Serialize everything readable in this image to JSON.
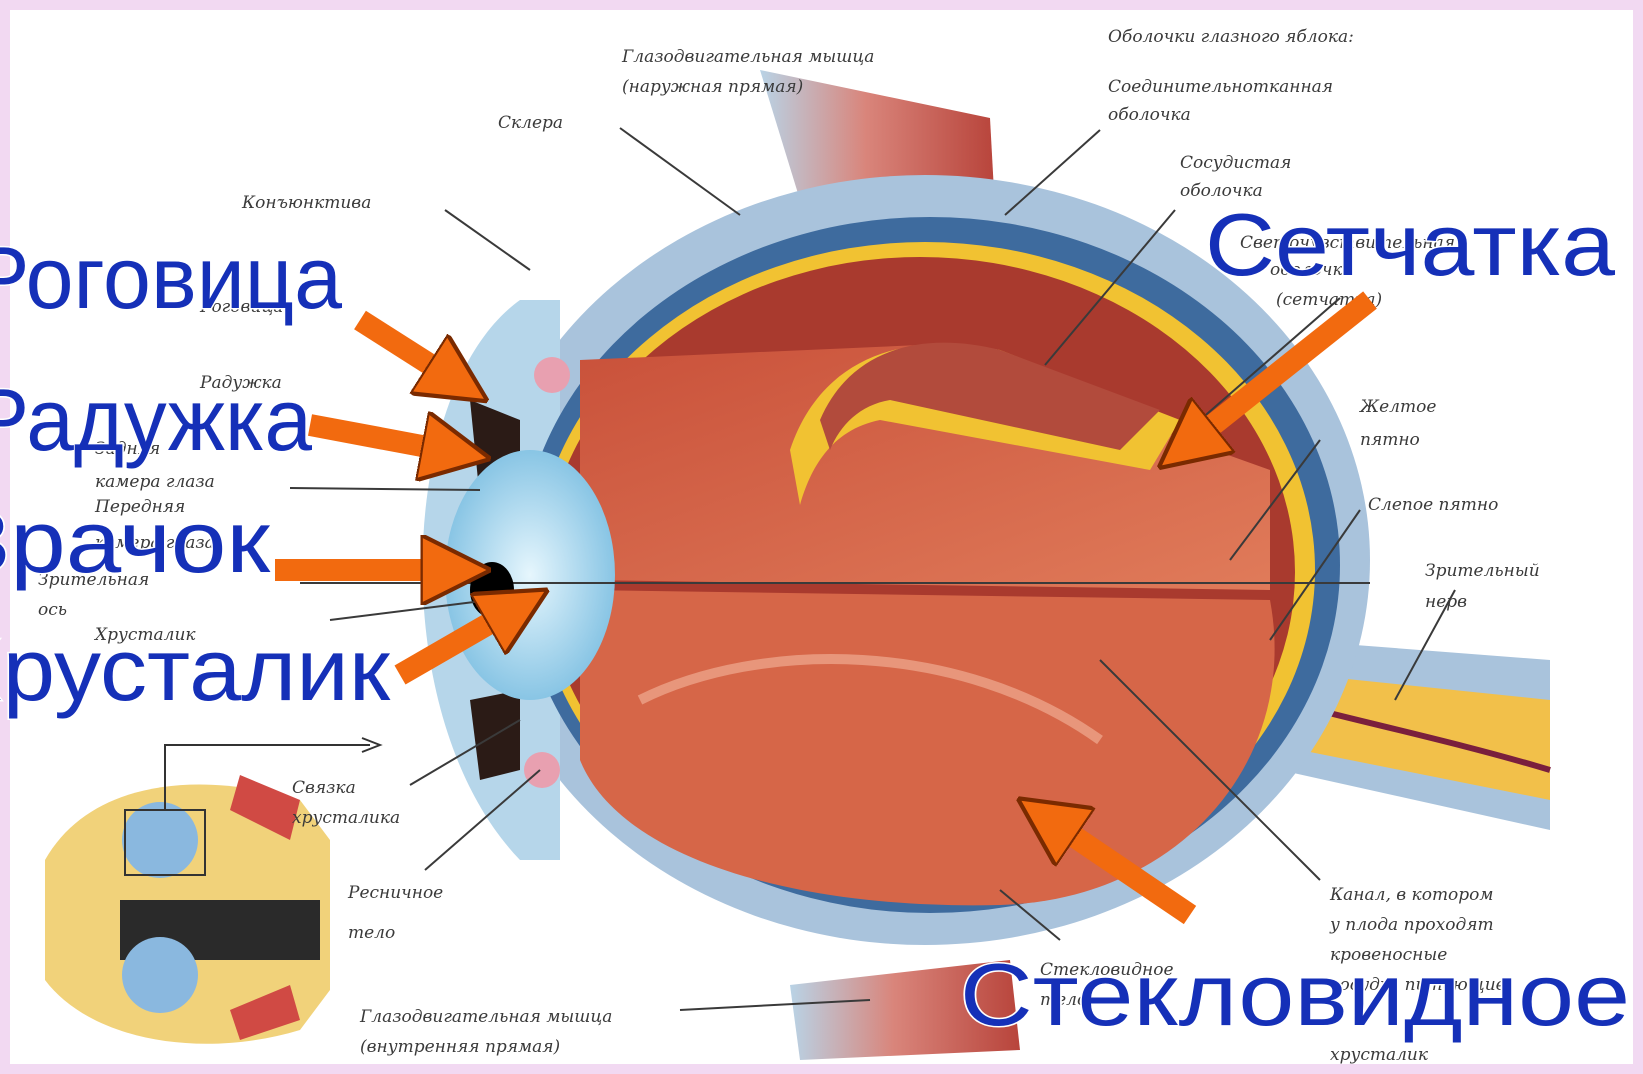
{
  "big_labels": {
    "cornea": "Роговица",
    "iris": "Радужка",
    "pupil": "Зрачок",
    "lens": "Хрусталик",
    "retina": "Сетчатка",
    "vitreous": "Стекловидное"
  },
  "small_labels": {
    "eye_muscle_outer_1": "Глазодвигательная мышца",
    "eye_muscle_outer_2": "(наружная прямая)",
    "sclera": "Склера",
    "conjunctiva": "Конъюнктива",
    "cornea_small": "Роговица",
    "iris_small": "Радужка",
    "posterior_chamber_1": "Задняя",
    "posterior_chamber_2": "камера глаза",
    "anterior_chamber_1": "Передняя",
    "anterior_chamber_2": "камера глаза",
    "visual_axis_1": "Зрительная",
    "visual_axis_2": "ось",
    "lens_small": "Хрусталик",
    "shells_title": "Оболочки глазного яблока:",
    "connective_1": "Соединительнотканная",
    "connective_2": "оболочка",
    "choroid_1": "Сосудистая",
    "choroid_2": "оболочка",
    "retina_1": "Светочувствительная",
    "retina_2": "оболочка",
    "retina_3": "(сетчатка)",
    "yellow_spot_1": "Желтое",
    "yellow_spot_2": "пятно",
    "blind_spot": "Слепое пятно",
    "optic_nerve_1": "Зрительный",
    "optic_nerve_2": "нерв",
    "ligament_1": "Связка",
    "ligament_2": "хрусталика",
    "ciliary_1": "Ресничное",
    "ciliary_2": "тело",
    "canal_1": "Канал, в котором",
    "canal_2": "у плода проходят",
    "canal_3": "кровеносные",
    "canal_4": "сосуды, питающие",
    "canal_5": "хрусталик",
    "vitreous_small_1": "Стекловидное",
    "vitreous_small_2": "тело",
    "eye_muscle_inner_1": "Глазодвигательная мышца",
    "eye_muscle_inner_2": "(внутренняя прямая)"
  },
  "colors": {
    "background": "#f2d9f2",
    "arrow": "#f26a0f",
    "big_label": "#1530b8",
    "sclera": "#a9c3dc",
    "muscle": "#c8564a",
    "vitreous": "#d46a4a",
    "lens": "#9fd3ec",
    "choroid": "#3e6b9e",
    "retina_yellow": "#f1c232"
  }
}
